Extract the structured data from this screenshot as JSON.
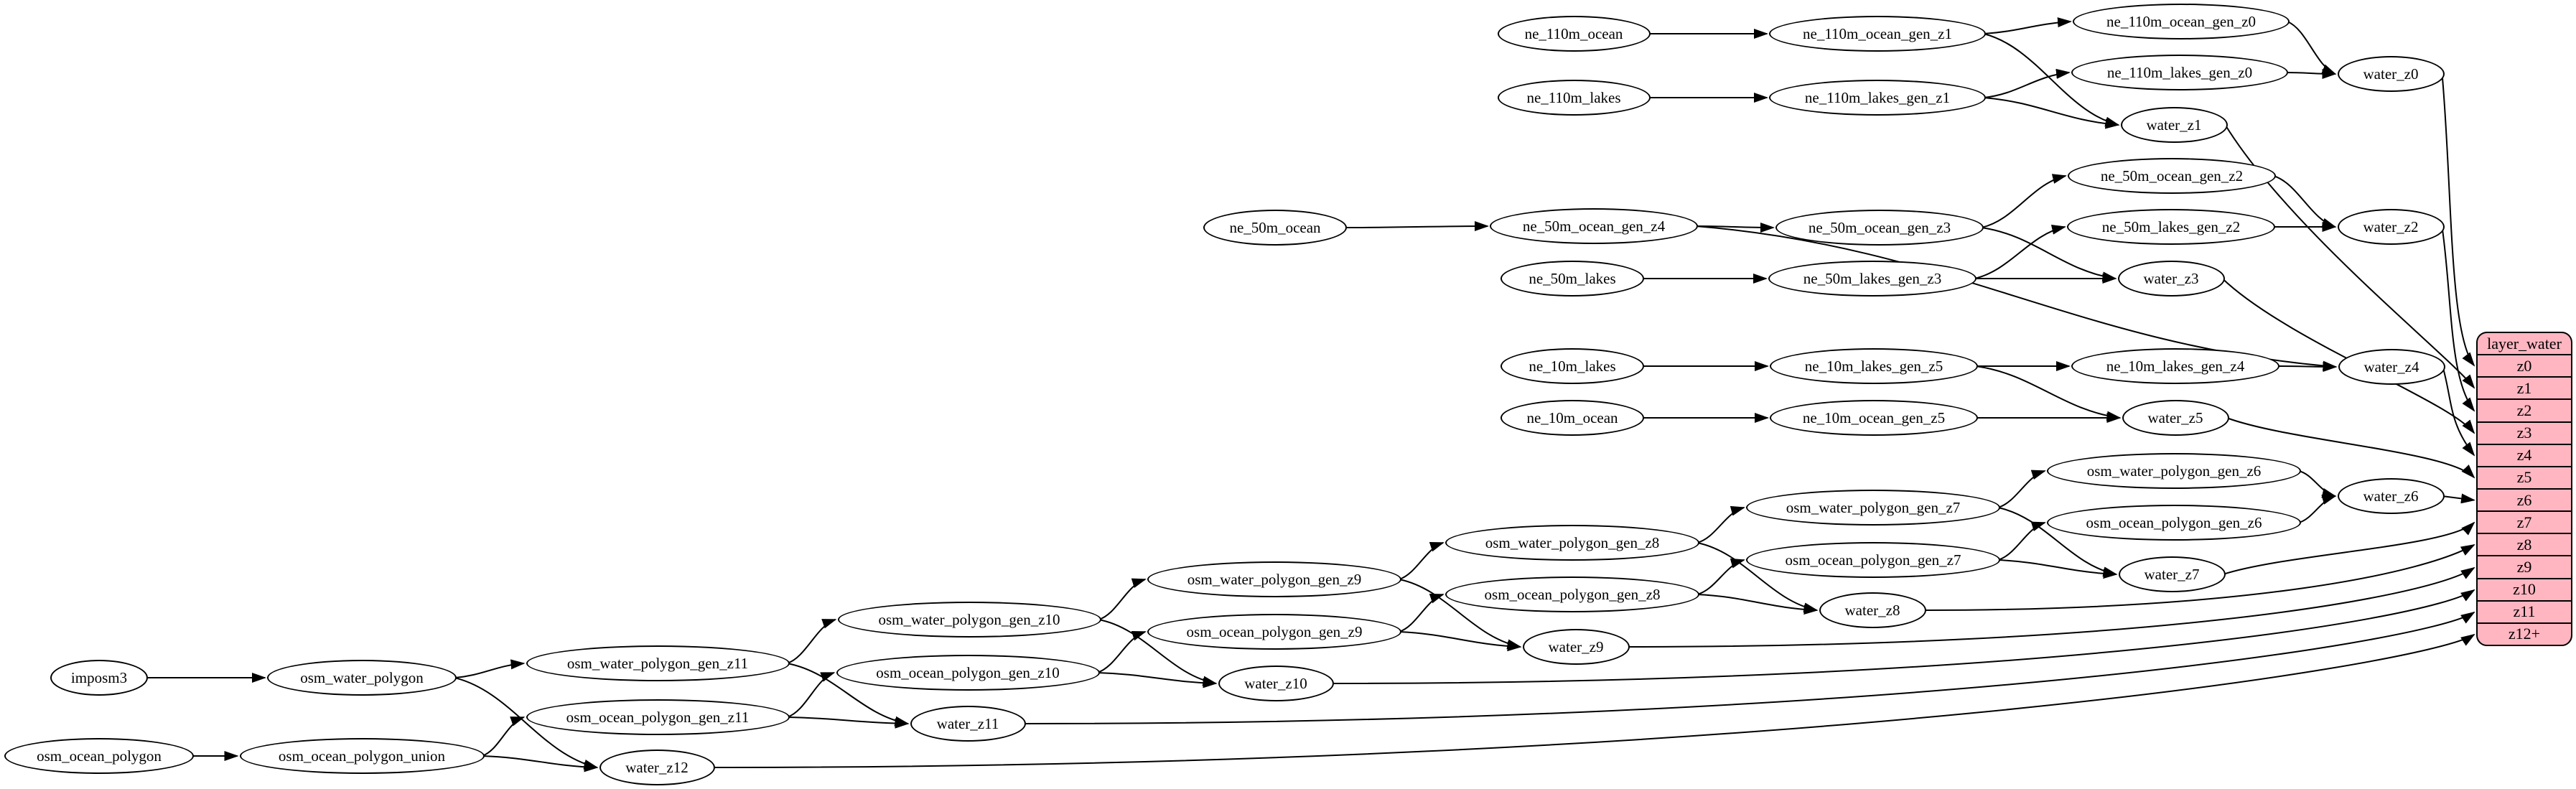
{
  "diagram": {
    "kind": "etl-dependency-graph",
    "background_color": "#ffffff",
    "node_fill": "#ffffff",
    "node_stroke": "#000000",
    "edge_color": "#000000",
    "table": {
      "title": "layer_water",
      "fill": "#ffb6c1",
      "stroke": "#000000",
      "rows": [
        "z0",
        "z1",
        "z2",
        "z3",
        "z4",
        "z5",
        "z6",
        "z7",
        "z8",
        "z9",
        "z10",
        "z11",
        "z12+"
      ]
    },
    "nodes": [
      "ne_110m_ocean",
      "ne_110m_ocean_gen_z1",
      "ne_110m_ocean_gen_z0",
      "ne_110m_lakes",
      "ne_110m_lakes_gen_z1",
      "ne_110m_lakes_gen_z0",
      "water_z0",
      "water_z1",
      "ne_50m_ocean",
      "ne_50m_ocean_gen_z4",
      "ne_50m_ocean_gen_z3",
      "ne_50m_ocean_gen_z2",
      "ne_50m_lakes",
      "ne_50m_lakes_gen_z3",
      "ne_50m_lakes_gen_z2",
      "water_z2",
      "water_z3",
      "ne_10m_lakes",
      "ne_10m_lakes_gen_z5",
      "ne_10m_lakes_gen_z4",
      "ne_10m_ocean",
      "ne_10m_ocean_gen_z5",
      "water_z4",
      "water_z5",
      "osm_water_polygon_gen_z6",
      "osm_ocean_polygon_gen_z6",
      "osm_water_polygon_gen_z7",
      "osm_ocean_polygon_gen_z7",
      "osm_water_polygon_gen_z8",
      "osm_ocean_polygon_gen_z8",
      "osm_water_polygon_gen_z9",
      "osm_ocean_polygon_gen_z9",
      "osm_water_polygon_gen_z10",
      "osm_ocean_polygon_gen_z10",
      "osm_water_polygon_gen_z11",
      "osm_ocean_polygon_gen_z11",
      "water_z6",
      "water_z7",
      "water_z8",
      "water_z9",
      "water_z10",
      "water_z11",
      "water_z12",
      "imposm3",
      "osm_water_polygon",
      "osm_ocean_polygon",
      "osm_ocean_polygon_union"
    ],
    "edges": [
      [
        "ne_110m_ocean",
        "ne_110m_ocean_gen_z1"
      ],
      [
        "ne_110m_ocean_gen_z1",
        "ne_110m_ocean_gen_z0"
      ],
      [
        "ne_110m_ocean_gen_z1",
        "water_z1"
      ],
      [
        "ne_110m_ocean_gen_z0",
        "water_z0"
      ],
      [
        "ne_110m_lakes",
        "ne_110m_lakes_gen_z1"
      ],
      [
        "ne_110m_lakes_gen_z1",
        "ne_110m_lakes_gen_z0"
      ],
      [
        "ne_110m_lakes_gen_z1",
        "water_z1"
      ],
      [
        "ne_110m_lakes_gen_z0",
        "water_z0"
      ],
      [
        "water_z0",
        "layer_water:z0"
      ],
      [
        "water_z1",
        "layer_water:z1"
      ],
      [
        "ne_50m_ocean",
        "ne_50m_ocean_gen_z4"
      ],
      [
        "ne_50m_ocean_gen_z4",
        "ne_50m_ocean_gen_z3"
      ],
      [
        "ne_50m_ocean_gen_z4",
        "water_z4"
      ],
      [
        "ne_50m_ocean_gen_z3",
        "ne_50m_ocean_gen_z2"
      ],
      [
        "ne_50m_ocean_gen_z3",
        "water_z3"
      ],
      [
        "ne_50m_ocean_gen_z2",
        "water_z2"
      ],
      [
        "ne_50m_lakes",
        "ne_50m_lakes_gen_z3"
      ],
      [
        "ne_50m_lakes_gen_z3",
        "ne_50m_lakes_gen_z2"
      ],
      [
        "ne_50m_lakes_gen_z3",
        "water_z3"
      ],
      [
        "ne_50m_lakes_gen_z2",
        "water_z2"
      ],
      [
        "water_z2",
        "layer_water:z2"
      ],
      [
        "water_z3",
        "layer_water:z3"
      ],
      [
        "ne_10m_lakes",
        "ne_10m_lakes_gen_z5"
      ],
      [
        "ne_10m_lakes_gen_z5",
        "ne_10m_lakes_gen_z4"
      ],
      [
        "ne_10m_lakes_gen_z5",
        "water_z5"
      ],
      [
        "ne_10m_lakes_gen_z4",
        "water_z4"
      ],
      [
        "ne_10m_ocean",
        "ne_10m_ocean_gen_z5"
      ],
      [
        "ne_10m_ocean_gen_z5",
        "water_z5"
      ],
      [
        "water_z4",
        "layer_water:z4"
      ],
      [
        "water_z5",
        "layer_water:z5"
      ],
      [
        "osm_water_polygon_gen_z6",
        "water_z6"
      ],
      [
        "osm_ocean_polygon_gen_z6",
        "water_z6"
      ],
      [
        "osm_water_polygon_gen_z7",
        "osm_water_polygon_gen_z6"
      ],
      [
        "osm_water_polygon_gen_z7",
        "water_z7"
      ],
      [
        "osm_ocean_polygon_gen_z7",
        "osm_ocean_polygon_gen_z6"
      ],
      [
        "osm_ocean_polygon_gen_z7",
        "water_z7"
      ],
      [
        "osm_water_polygon_gen_z8",
        "osm_water_polygon_gen_z7"
      ],
      [
        "osm_water_polygon_gen_z8",
        "water_z8"
      ],
      [
        "osm_ocean_polygon_gen_z8",
        "osm_ocean_polygon_gen_z7"
      ],
      [
        "osm_ocean_polygon_gen_z8",
        "water_z8"
      ],
      [
        "osm_water_polygon_gen_z9",
        "osm_water_polygon_gen_z8"
      ],
      [
        "osm_water_polygon_gen_z9",
        "water_z9"
      ],
      [
        "osm_ocean_polygon_gen_z9",
        "osm_ocean_polygon_gen_z8"
      ],
      [
        "osm_ocean_polygon_gen_z9",
        "water_z9"
      ],
      [
        "osm_water_polygon_gen_z10",
        "osm_water_polygon_gen_z9"
      ],
      [
        "osm_water_polygon_gen_z10",
        "water_z10"
      ],
      [
        "osm_ocean_polygon_gen_z10",
        "osm_ocean_polygon_gen_z9"
      ],
      [
        "osm_ocean_polygon_gen_z10",
        "water_z10"
      ],
      [
        "osm_water_polygon_gen_z11",
        "osm_water_polygon_gen_z10"
      ],
      [
        "osm_water_polygon_gen_z11",
        "water_z11"
      ],
      [
        "osm_ocean_polygon_gen_z11",
        "osm_ocean_polygon_gen_z10"
      ],
      [
        "osm_ocean_polygon_gen_z11",
        "water_z11"
      ],
      [
        "imposm3",
        "osm_water_polygon"
      ],
      [
        "osm_water_polygon",
        "osm_water_polygon_gen_z11"
      ],
      [
        "osm_water_polygon",
        "water_z12"
      ],
      [
        "osm_ocean_polygon",
        "osm_ocean_polygon_union"
      ],
      [
        "osm_ocean_polygon_union",
        "osm_ocean_polygon_gen_z11"
      ],
      [
        "osm_ocean_polygon_union",
        "water_z12"
      ],
      [
        "water_z6",
        "layer_water:z6"
      ],
      [
        "water_z7",
        "layer_water:z7"
      ],
      [
        "water_z8",
        "layer_water:z8"
      ],
      [
        "water_z9",
        "layer_water:z9"
      ],
      [
        "water_z10",
        "layer_water:z10"
      ],
      [
        "water_z11",
        "layer_water:z11"
      ],
      [
        "water_z12",
        "layer_water:z12+"
      ]
    ]
  }
}
